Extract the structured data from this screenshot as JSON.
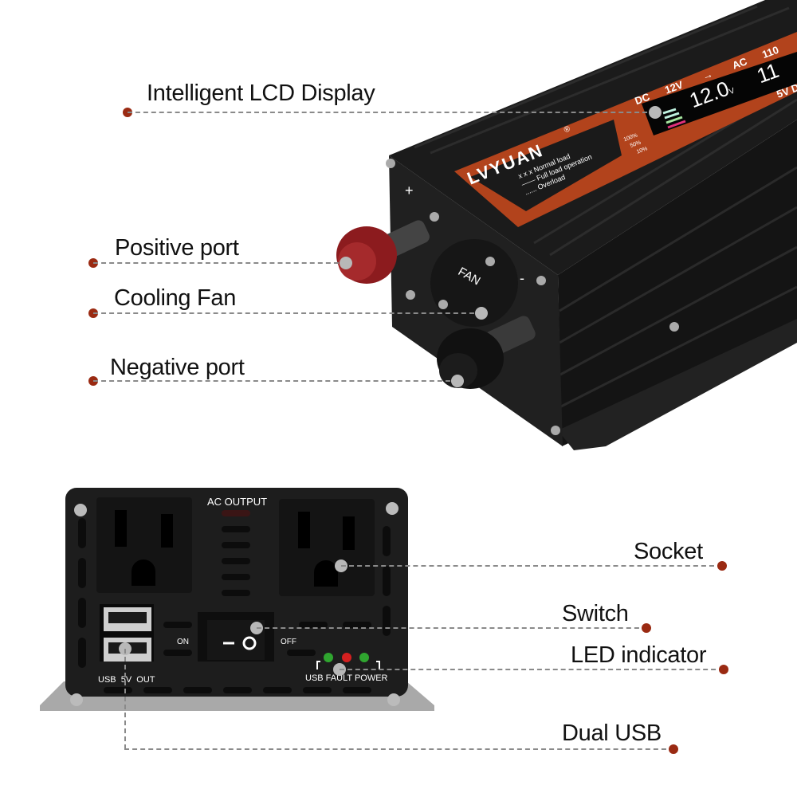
{
  "callouts": {
    "lcd": "Intelligent LCD Display",
    "positive": "Positive port",
    "fan": "Cooling Fan",
    "negative": "Negative port",
    "socket": "Socket",
    "switch": "Switch",
    "led": "LED indicator",
    "usb": "Dual USB"
  },
  "inverter_top": {
    "brand": "LVYUAN",
    "registered": "®",
    "legend": [
      "x x x  Normal load",
      "——  Full load operation",
      "......  Overload"
    ],
    "dc": "DC",
    "dc_volt": "12V",
    "arrow": "→",
    "ac": "AC",
    "ac_volt": "110",
    "battery_levels": [
      "100%",
      "50%",
      "10%"
    ],
    "lcd_dc_value": "12.0",
    "lcd_dc_unit": "V",
    "lcd_ac_value": "11",
    "usb_label": "5V D",
    "fan_label": "FAN",
    "plus": "+",
    "minus": "-"
  },
  "inverter_front": {
    "ac_output": "AC OUTPUT",
    "on": "ON",
    "off": "OFF",
    "switch_symbols": [
      "—",
      "O"
    ],
    "usb_out": "USB  5V  OUT",
    "led_labels": "USB FAULT POWER",
    "led_colors": [
      "#2fa52f",
      "#d42020",
      "#2fa52f"
    ]
  },
  "colors": {
    "accent": "#9a2a12",
    "body": "#1c1c1c",
    "stripe": "#b2431c"
  }
}
